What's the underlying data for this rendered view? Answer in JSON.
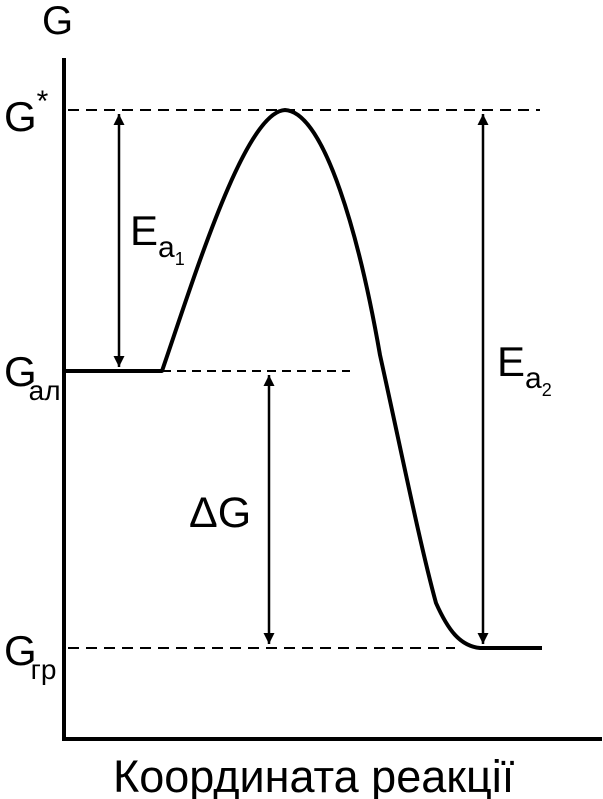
{
  "diagram": {
    "axis_y_label": "G",
    "axis_x_label": "Координата реакції",
    "levels": {
      "transition": {
        "main": "G",
        "sup": "*"
      },
      "initial": {
        "main": "G",
        "sub": "ал"
      },
      "final": {
        "main": "G",
        "sub": "гр"
      }
    },
    "energies": {
      "ea1": {
        "main": "E",
        "sub": "a",
        "subsub": "1"
      },
      "ea2": {
        "main": "E",
        "sub": "a",
        "subsub": "2"
      },
      "dg": "ΔG"
    },
    "colors": {
      "stroke": "#000000",
      "background": "#ffffff"
    }
  }
}
